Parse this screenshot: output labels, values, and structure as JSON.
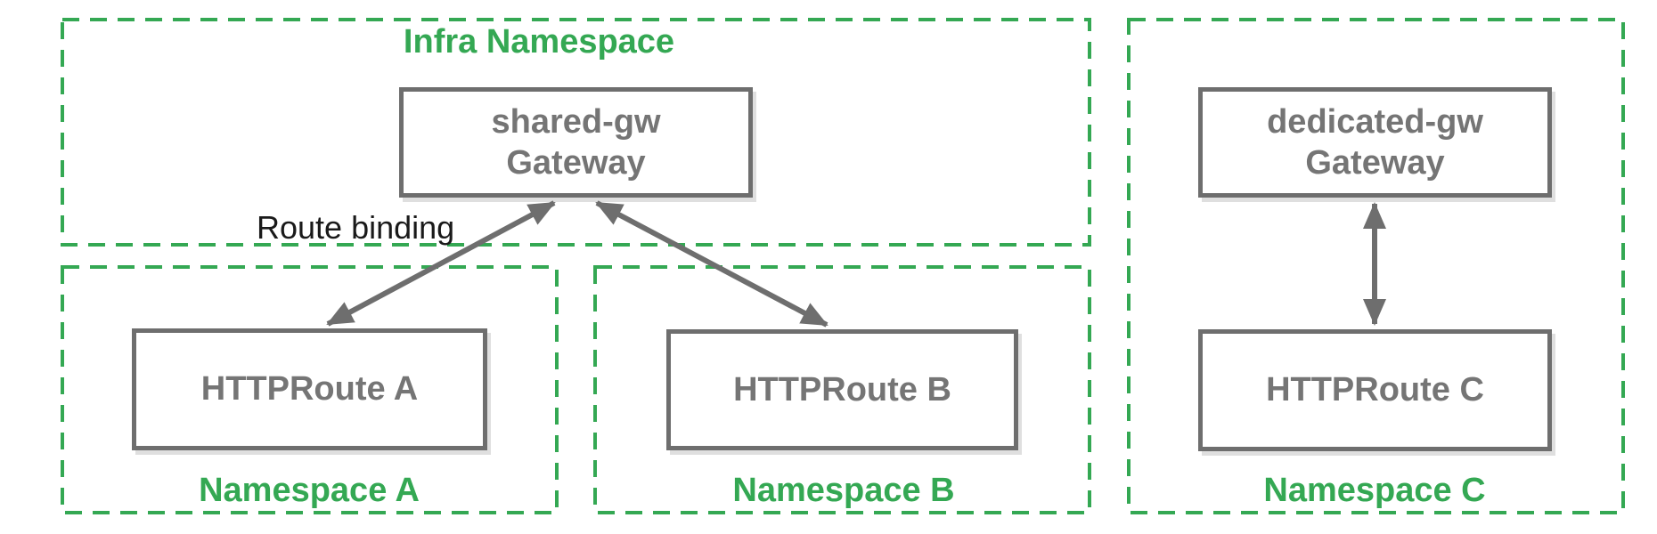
{
  "colors": {
    "accent_green": "#34a853",
    "line_gray": "#6e6e6e",
    "node_text_gray": "#757575",
    "annotation_black": "#1a1a1a"
  },
  "namespaces": {
    "infra": {
      "label": "Infra Namespace"
    },
    "a": {
      "label": "Namespace A"
    },
    "b": {
      "label": "Namespace B"
    },
    "c": {
      "label": "Namespace C"
    }
  },
  "nodes": {
    "shared_gw": {
      "name": "shared-gw",
      "kind": "Gateway"
    },
    "dedicated_gw": {
      "name": "dedicated-gw",
      "kind": "Gateway"
    },
    "route_a": {
      "label": "HTTPRoute A"
    },
    "route_b": {
      "label": "HTTPRoute B"
    },
    "route_c": {
      "label": "HTTPRoute C"
    }
  },
  "annotations": {
    "route_binding": "Route binding"
  }
}
